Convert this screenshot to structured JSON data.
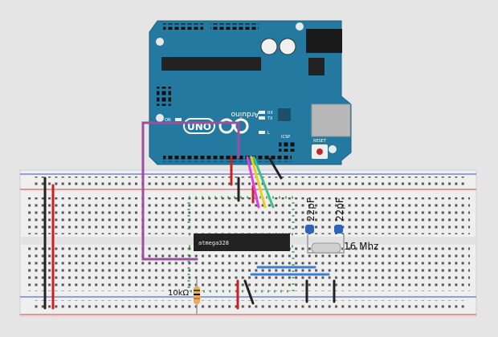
{
  "arduino": {
    "logo": "UNO",
    "brand": "Arduino",
    "on_label": "ON",
    "tx_label": "TX",
    "rx_label": "RX",
    "l_label": "L",
    "icsp_label": "ICSP",
    "reset_label": "RESET",
    "board_color": "#2479a0"
  },
  "components": {
    "chip_label": "atmega328",
    "cap1_label": "22pF",
    "cap2_label": "22pF",
    "crystal_label": "16 Mhz",
    "resistor_label": "10kΩ"
  },
  "colors": {
    "background": "#e5e5e5",
    "breadboard": "#f2f2f2",
    "hole": "#4a4a4a",
    "green_hole": "#2e8b3a",
    "wire_purple": "#9b4f9e",
    "wire_red": "#cc1f1f",
    "wire_black": "#222222",
    "wire_magenta": "#e040e0",
    "wire_yellow": "#e8d020",
    "wire_green": "#3ac28a",
    "wire_blue": "#3a7fd0"
  }
}
